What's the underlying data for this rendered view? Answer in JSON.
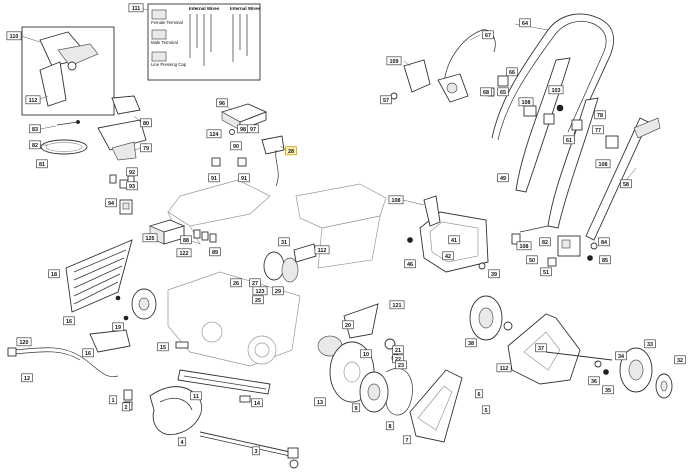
{
  "labels": {
    "n111": "111",
    "n110": "110",
    "n112": "112",
    "n83": "83",
    "n82": "82",
    "n81": "81",
    "n80": "80",
    "n79": "79",
    "n96": "96",
    "n124": "124",
    "n98": "98",
    "n97": "97",
    "n28": "28",
    "n90": "90",
    "n91a": "91",
    "n91b": "91",
    "n92": "92",
    "n93": "93",
    "n94": "94",
    "n64": "64",
    "n67": "67",
    "n109": "109",
    "n66": "66",
    "n68": "68",
    "n65": "65",
    "n57": "57",
    "n103": "103",
    "n78": "78",
    "n61": "61",
    "n77": "77",
    "n108a": "108",
    "n108b": "108",
    "n108c": "108",
    "n108d": "108",
    "n58": "58",
    "n49": "49",
    "n41": "41",
    "n42": "42",
    "n46": "46",
    "n39": "39",
    "n82b": "82",
    "n84": "84",
    "n85": "85",
    "n50": "50",
    "n51": "51",
    "n125": "125",
    "n88": "88",
    "n122": "122",
    "n89": "89",
    "n31": "31",
    "n112b": "112",
    "n26": "26",
    "n27": "27",
    "n123": "123",
    "n29": "29",
    "n25": "25",
    "n19": "19",
    "n18": "18",
    "n16a": "16",
    "n16b": "16",
    "n15": "15",
    "n20": "20",
    "n121": "121",
    "n120": "120",
    "n12": "12",
    "n21": "21",
    "n22": "22",
    "n23": "23",
    "n10": "10",
    "n13": "13",
    "n9": "9",
    "n8": "8",
    "n11": "11",
    "n14": "14",
    "n1": "1",
    "n2": "2",
    "n3": "3",
    "n4": "4",
    "n5": "5",
    "n6": "6",
    "n7": "7",
    "n38": "38",
    "n37": "37",
    "n36": "36",
    "n35": "35",
    "n34": "34",
    "n33": "33",
    "n32": "32",
    "n112c": "112"
  },
  "legend": {
    "female_terminal": "Female Terminal",
    "male_terminal": "Male Terminal",
    "line_pressing_cap": "Line Pressing Cap",
    "internal_wires_1": "Internal Wires",
    "internal_wires_2": "Internal Wires"
  },
  "colors": {
    "highlight_fill": "#fff3b0",
    "highlight_stroke": "#c79a00"
  }
}
